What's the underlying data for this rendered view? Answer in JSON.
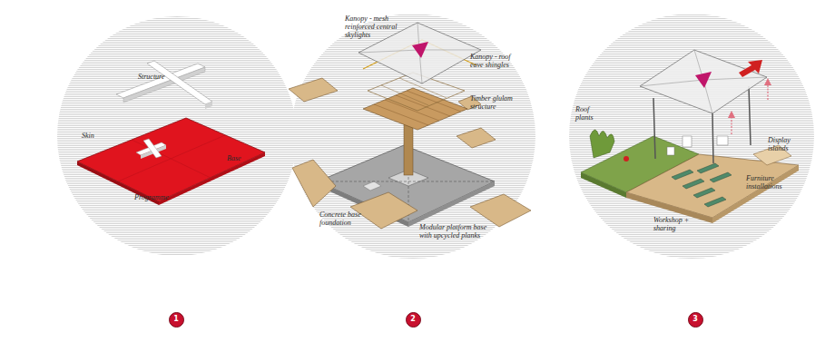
{
  "diagram": {
    "nodes": [
      {
        "text": [
          "1"
        ]
      },
      {
        "text": [
          "2"
        ]
      },
      {
        "text": [
          "3"
        ]
      }
    ],
    "labels": [
      "Structure",
      "Skin",
      "Base",
      "Programme",
      "Kanopy - mesh reinforced central skylights",
      "Kanopy - roof eave shingles",
      "Timber glulam structure",
      "Concrete base foundation",
      "Modular platform base with upcycled planks",
      "Roof plants",
      "Display islands",
      "Furniture installations",
      "Workshop + sharing"
    ]
  }
}
